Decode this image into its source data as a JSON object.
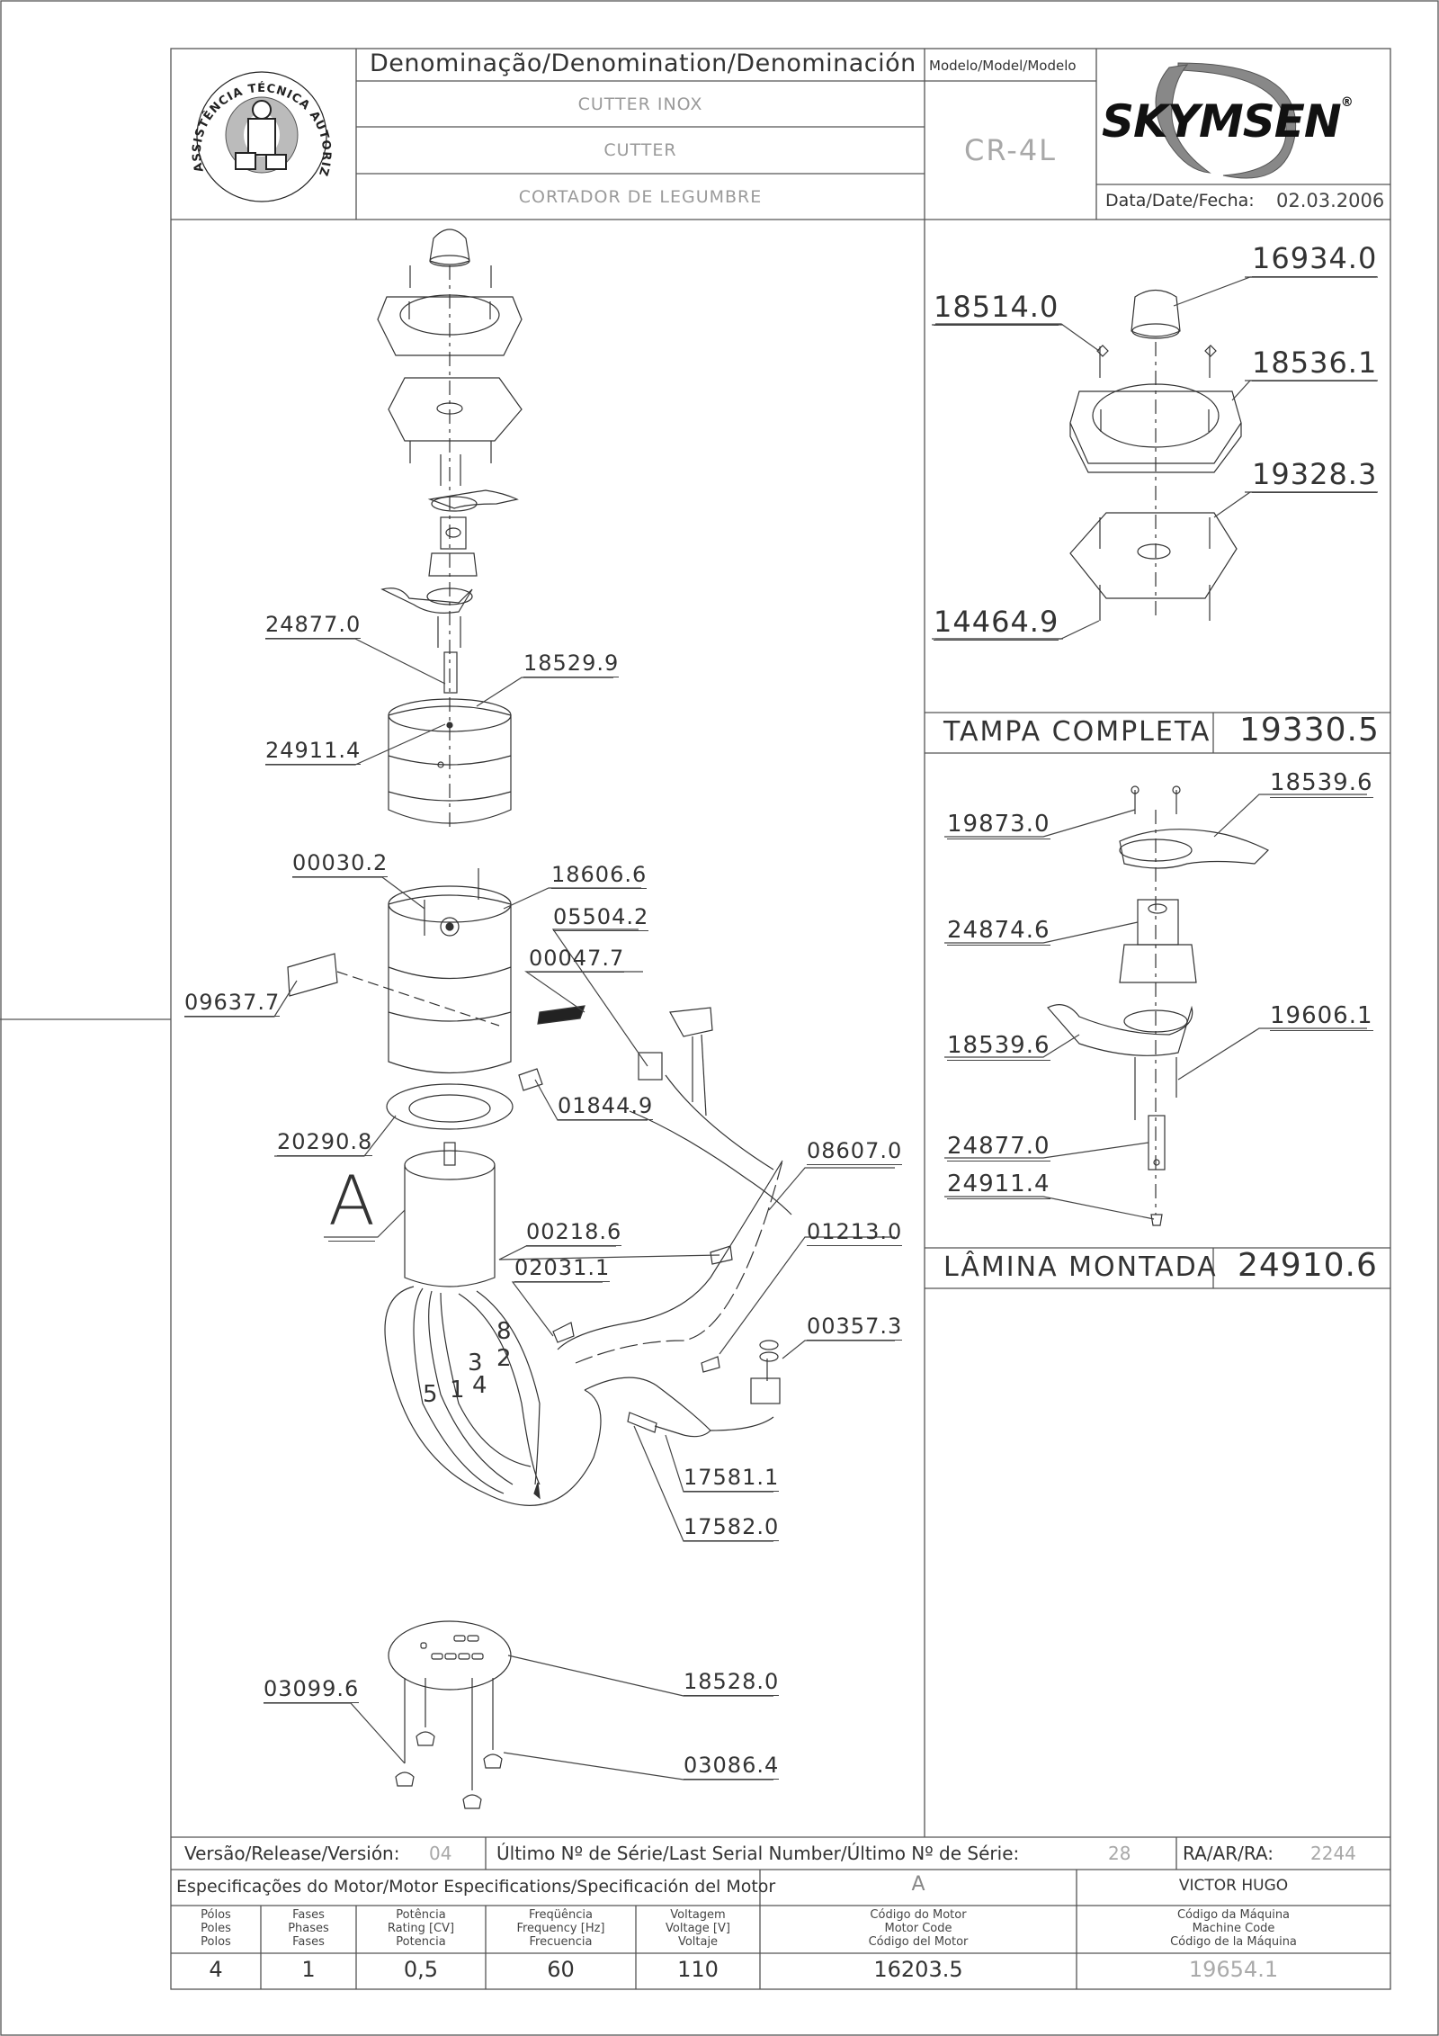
{
  "header": {
    "denomination_label": "Denominação/Denomination/Denominación",
    "name_pt": "CUTTER INOX",
    "name_en": "CUTTER",
    "name_es": "CORTADOR DE LEGUMBRE",
    "model_label": "Modelo/Model/Modelo",
    "model_value": "CR-4L",
    "brand": "SKYMSEN",
    "brand_mark": "®",
    "date_label": "Data/Date/Fecha:",
    "date_value": "02.03.2006",
    "seal_text": "ASSISTÊNCIA TÉCNICA AUTORIZADA"
  },
  "main_view": {
    "part_labels": {
      "p24877_0": "24877.0",
      "p18529_9": "18529.9",
      "p24911_4": "24911.4",
      "p00030_2": "00030.2",
      "p18606_6": "18606.6",
      "p05504_2": "05504.2",
      "p00047_7": "00047.7",
      "p09637_7": "09637.7",
      "p01844_9": "01844.9",
      "p20290_8": "20290.8",
      "p08607_0": "08607.0",
      "pA": "A",
      "p00218_6": "00218.6",
      "p01213_0": "01213.0",
      "p02031_1": "02031.1",
      "p00357_3": "00357.3",
      "p17581_1": "17581.1",
      "p17582_0": "17582.0",
      "p18528_0": "18528.0",
      "p03099_6": "03099.6",
      "p03086_4": "03086.4"
    },
    "wire_numbers": [
      "5",
      "1",
      "4",
      "3",
      "2",
      "8"
    ]
  },
  "lid_assembly": {
    "labels": {
      "p16934_0": "16934.0",
      "p18514_0": "18514.0",
      "p18536_1": "18536.1",
      "p19328_3": "19328.3",
      "p14464_9": "14464.9"
    },
    "title": "TAMPA COMPLETA",
    "code": "19330.5"
  },
  "blade_assembly": {
    "labels": {
      "p18539_6_top": "18539.6",
      "p19873_0": "19873.0",
      "p24874_6": "24874.6",
      "p19606_1": "19606.1",
      "p18539_6_bottom": "18539.6",
      "p24877_0": "24877.0",
      "p24911_4": "24911.4"
    },
    "title": "LÂMINA MONTADA",
    "code": "24910.6"
  },
  "footer": {
    "version_label": "Versão/Release/Versión:",
    "version_value": "04",
    "serial_label": "Último Nº de Série/Last Serial Number/Último Nº de Série:",
    "serial_value": "28",
    "ra_label": "RA/AR/RA:",
    "ra_value": "2244",
    "motor_spec_label": "Especificações do Motor/Motor Especifications/Specificación del Motor",
    "motor_ref": "A",
    "author": "VICTOR HUGO",
    "columns": [
      {
        "lines": [
          "Pólos",
          "Poles",
          "Polos"
        ],
        "value": "4"
      },
      {
        "lines": [
          "Fases",
          "Phases",
          "Fases"
        ],
        "value": "1"
      },
      {
        "lines": [
          "Potência",
          "Rating [CV]",
          "Potencia"
        ],
        "value": "0,5"
      },
      {
        "lines": [
          "Freqüência",
          "Frequency [Hz]",
          "Frecuencia"
        ],
        "value": "60"
      },
      {
        "lines": [
          "Voltagem",
          "Voltage [V]",
          "Voltaje"
        ],
        "value": "110"
      },
      {
        "lines": [
          "Código do Motor",
          "Motor Code",
          "Código del Motor"
        ],
        "value": "16203.5"
      },
      {
        "lines": [
          "Código da Máquina",
          "Machine Code",
          "Código de la Máquina"
        ],
        "value": "19654.1"
      }
    ]
  }
}
